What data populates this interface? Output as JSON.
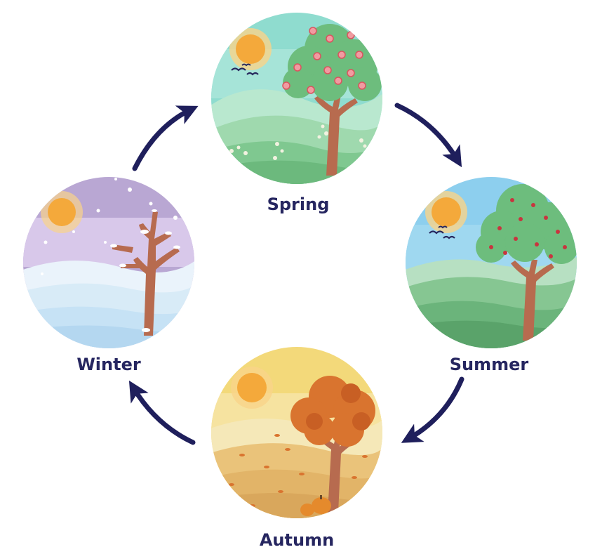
{
  "colors": {
    "arrow": "#1f1f5c",
    "label": "#262660"
  },
  "seasons": [
    {
      "id": "spring",
      "label": "Spring",
      "icon": "spring-scene"
    },
    {
      "id": "summer",
      "label": "Summer",
      "icon": "summer-scene"
    },
    {
      "id": "autumn",
      "label": "Autumn",
      "icon": "autumn-scene"
    },
    {
      "id": "winter",
      "label": "Winter",
      "icon": "winter-scene"
    }
  ],
  "arrows": [
    "spring-to-summer",
    "summer-to-autumn",
    "autumn-to-winter",
    "winter-to-spring"
  ]
}
